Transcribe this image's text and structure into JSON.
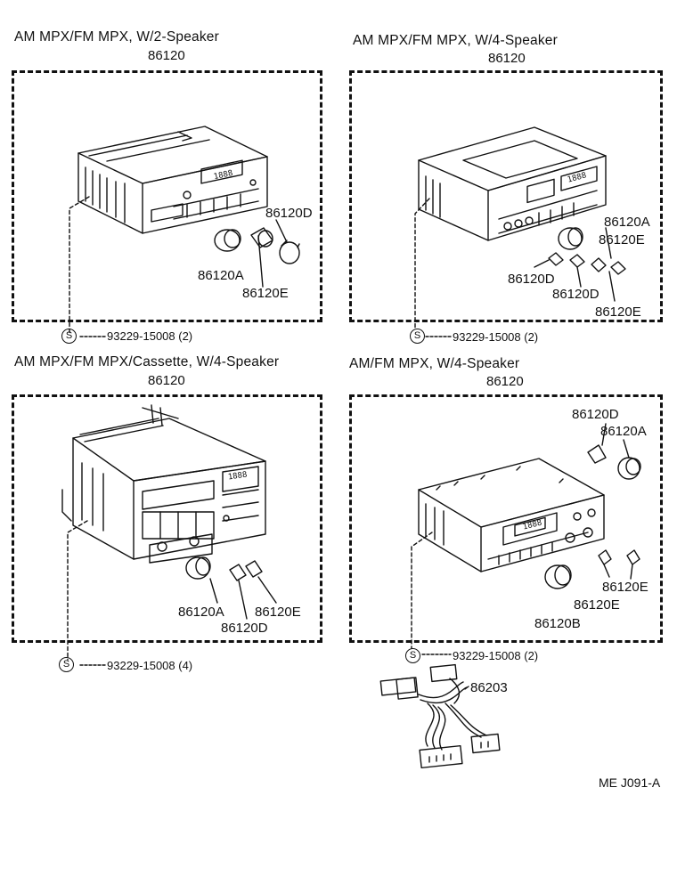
{
  "panels": [
    {
      "title": "AM  MPX/FM  MPX, W/2-Speaker",
      "main_part": "86120",
      "knob_a": "86120A",
      "knob_d": "86120D",
      "knob_e": "86120E",
      "screw": "93229-15008 (2)",
      "screw_symbol": "S"
    },
    {
      "title": "AM  MPX/FM  MPX, W/4-Speaker",
      "main_part": "86120",
      "knob_a": "86120A",
      "knob_e_top": "86120E",
      "knob_d_1": "86120D",
      "knob_d_2": "86120D",
      "knob_e_bottom": "86120E",
      "screw": "93229-15008 (2)",
      "screw_symbol": "S"
    },
    {
      "title": "AM  MPX/FM  MPX/Cassette, W/4-Speaker",
      "main_part": "86120",
      "knob_a": "86120A",
      "knob_e": "86120E",
      "knob_d": "86120D",
      "screw": "93229-15008 (4)",
      "screw_symbol": "S"
    },
    {
      "title": "AM/FM  MPX, W/4-Speaker",
      "main_part": "86120",
      "knob_d": "86120D",
      "knob_a": "86120A",
      "knob_e_right": "86120E",
      "knob_e_mid": "86120E",
      "knob_b": "86120B",
      "screw": "93229-15008 (2)",
      "screw_symbol": "S",
      "harness": "86203"
    }
  ],
  "display_text": "1888",
  "drawing_code": "ME  J091-A"
}
